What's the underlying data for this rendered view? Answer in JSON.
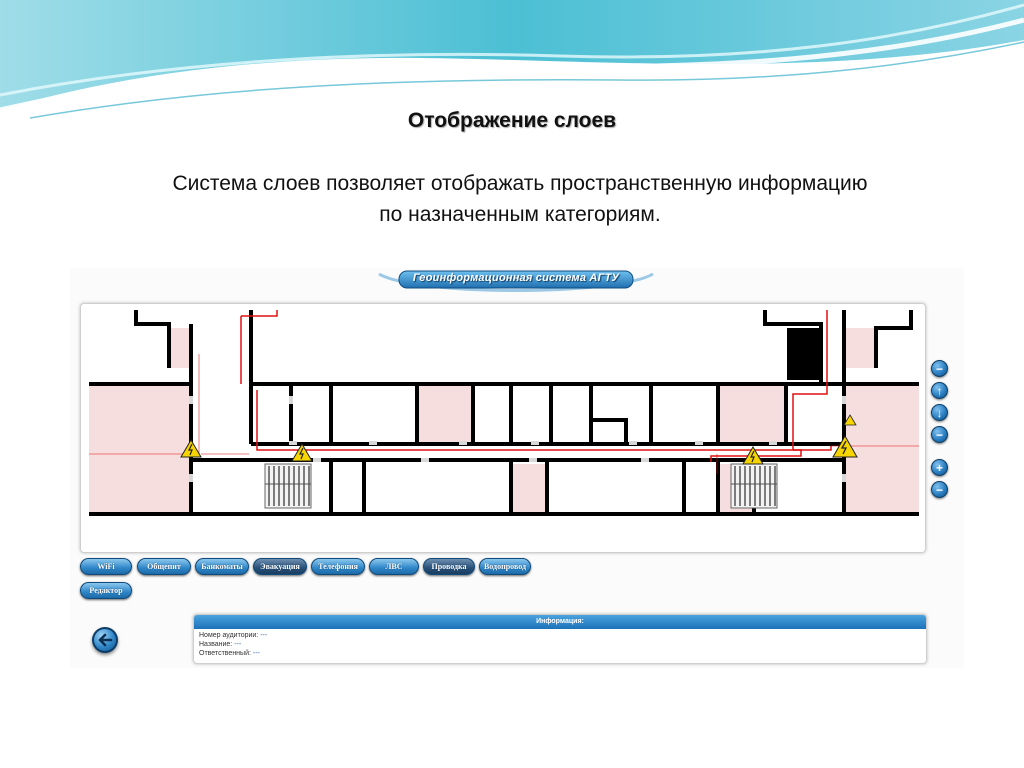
{
  "slide": {
    "title": "Отображение слоев",
    "subtitle_line1": "Система слоев позволяет отображать пространственную информацию",
    "subtitle_line2": "по назначенным категориям."
  },
  "app": {
    "banner": "Геоинформационная система АГТУ",
    "layer_buttons": [
      "WiFi",
      "Общепит",
      "Банкоматы",
      "Эвакуация",
      "Телефония",
      "ЛВС",
      "Проводка",
      "Водопровод"
    ],
    "editor_button": "Редактор",
    "nav_buttons": [
      "zoom-out",
      "pan-up",
      "pan-down",
      "zoom-out",
      "zoom-in",
      "zoom-out"
    ],
    "info": {
      "header": "Информация:",
      "room_label": "Номер аудитории:",
      "room_value": "---",
      "name_label": "Название:",
      "name_value": "---",
      "responsible_label": "Ответственный:",
      "responsible_value": "---"
    }
  },
  "colors": {
    "accent": "#2b7fc2",
    "wall": "#000000",
    "wiring": "#e01010",
    "room_fill": "#f6dede",
    "warning": "#f5d400"
  }
}
